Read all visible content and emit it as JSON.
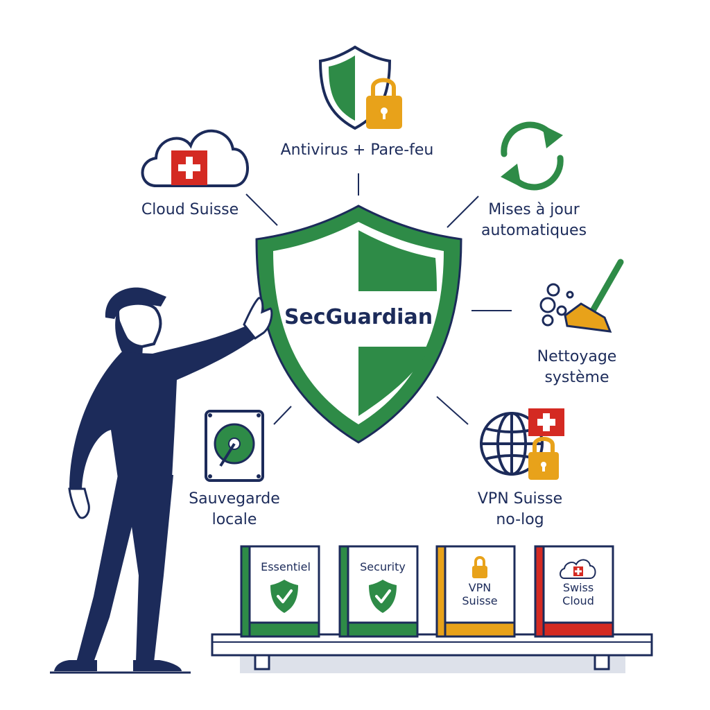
{
  "center": {
    "title": "SecGuardian"
  },
  "features": {
    "antivirus": "Antivirus + Pare-feu",
    "cloud": "Cloud Suisse",
    "updates_line1": "Mises à jour",
    "updates_line2": "automatiques",
    "cleaning_line1": "Nettoyage",
    "cleaning_line2": "système",
    "backup_line1": "Sauvegarde",
    "backup_line2": "locale",
    "vpn_line1": "VPN Suisse",
    "vpn_line2": "no-log"
  },
  "products": [
    {
      "line1": "Essentiel",
      "line2": "",
      "icon": "check-shield-icon",
      "color": "#2e8b47"
    },
    {
      "line1": "Security",
      "line2": "",
      "icon": "check-shield-icon",
      "color": "#2e8b47"
    },
    {
      "line1": "VPN",
      "line2": "Suisse",
      "icon": "padlock-icon",
      "color": "#e8a21a"
    },
    {
      "line1": "Swiss",
      "line2": "Cloud",
      "icon": "swiss-cloud-icon",
      "color": "#d42a22"
    }
  ],
  "colors": {
    "navy": "#1c2b5a",
    "green": "#2e8b47",
    "orange": "#e8a21a",
    "red": "#d42a22"
  }
}
